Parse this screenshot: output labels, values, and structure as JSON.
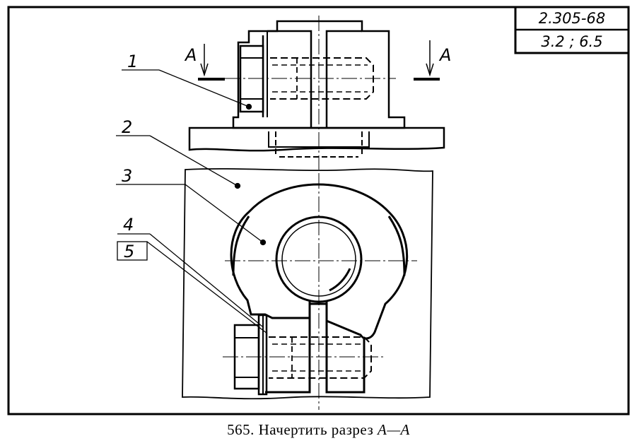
{
  "stamp": {
    "standard": "2.305-68",
    "clauses": "3.2 ; 6.5"
  },
  "section_marks": {
    "left": "A",
    "right": "A"
  },
  "callouts": [
    "1",
    "2",
    "3",
    "4",
    "5"
  ],
  "caption": {
    "number": "565.",
    "text": "Начертить разрез",
    "section": "A—A"
  }
}
